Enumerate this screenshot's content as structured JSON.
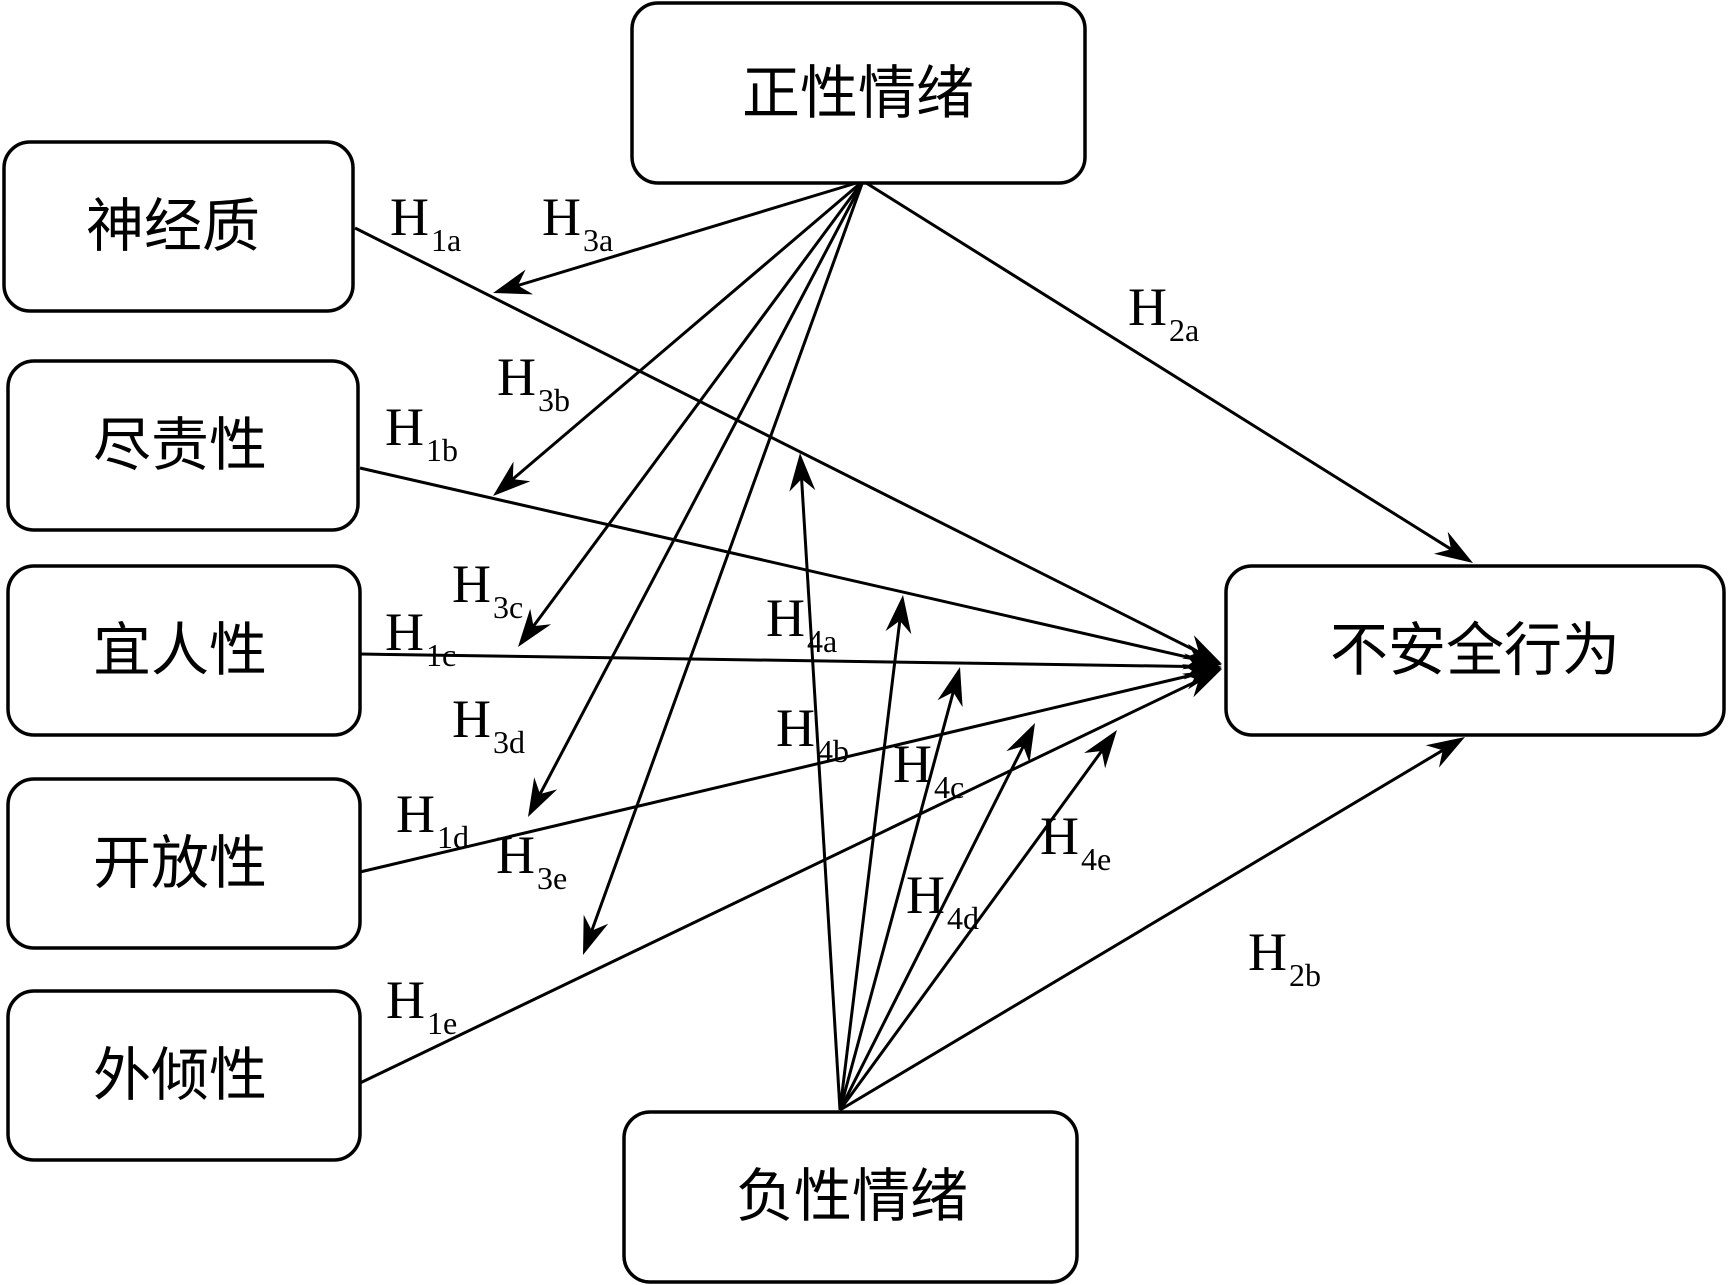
{
  "diagram": {
    "type": "hypothesis-path-model",
    "nodes": [
      {
        "id": "positive_emotion",
        "label": "正性情绪",
        "role": "moderator"
      },
      {
        "id": "neuroticism",
        "label": "神经质",
        "role": "independent"
      },
      {
        "id": "conscientiousness",
        "label": "尽责性",
        "role": "independent"
      },
      {
        "id": "agreeableness",
        "label": "宜人性",
        "role": "independent"
      },
      {
        "id": "openness",
        "label": "开放性",
        "role": "independent"
      },
      {
        "id": "extraversion",
        "label": "外倾性",
        "role": "independent"
      },
      {
        "id": "unsafe_behavior",
        "label": "不安全行为",
        "role": "dependent"
      },
      {
        "id": "negative_emotion",
        "label": "负性情绪",
        "role": "moderator"
      }
    ],
    "edges": [
      {
        "id": "H1a",
        "label": "H",
        "sub": "1a",
        "from": "neuroticism",
        "to": "unsafe_behavior"
      },
      {
        "id": "H1b",
        "label": "H",
        "sub": "1b",
        "from": "conscientiousness",
        "to": "unsafe_behavior"
      },
      {
        "id": "H1c",
        "label": "H",
        "sub": "1c",
        "from": "agreeableness",
        "to": "unsafe_behavior"
      },
      {
        "id": "H1d",
        "label": "H",
        "sub": "1d",
        "from": "openness",
        "to": "unsafe_behavior"
      },
      {
        "id": "H1e",
        "label": "H",
        "sub": "1e",
        "from": "extraversion",
        "to": "unsafe_behavior"
      },
      {
        "id": "H2a",
        "label": "H",
        "sub": "2a",
        "from": "positive_emotion",
        "to": "unsafe_behavior"
      },
      {
        "id": "H2b",
        "label": "H",
        "sub": "2b",
        "from": "negative_emotion",
        "to": "unsafe_behavior"
      },
      {
        "id": "H3a",
        "label": "H",
        "sub": "3a",
        "from": "positive_emotion",
        "to": "H1a"
      },
      {
        "id": "H3b",
        "label": "H",
        "sub": "3b",
        "from": "positive_emotion",
        "to": "H1b"
      },
      {
        "id": "H3c",
        "label": "H",
        "sub": "3c",
        "from": "positive_emotion",
        "to": "H1c"
      },
      {
        "id": "H3d",
        "label": "H",
        "sub": "3d",
        "from": "positive_emotion",
        "to": "H1d"
      },
      {
        "id": "H3e",
        "label": "H",
        "sub": "3e",
        "from": "positive_emotion",
        "to": "H1e"
      },
      {
        "id": "H4a",
        "label": "H",
        "sub": "4a",
        "from": "negative_emotion",
        "to": "H1a"
      },
      {
        "id": "H4b",
        "label": "H",
        "sub": "4b",
        "from": "negative_emotion",
        "to": "H1b"
      },
      {
        "id": "H4c",
        "label": "H",
        "sub": "4c",
        "from": "negative_emotion",
        "to": "H1c"
      },
      {
        "id": "H4d",
        "label": "H",
        "sub": "4d",
        "from": "negative_emotion",
        "to": "H1d"
      },
      {
        "id": "H4e",
        "label": "H",
        "sub": "4e",
        "from": "negative_emotion",
        "to": "H1e"
      }
    ]
  }
}
